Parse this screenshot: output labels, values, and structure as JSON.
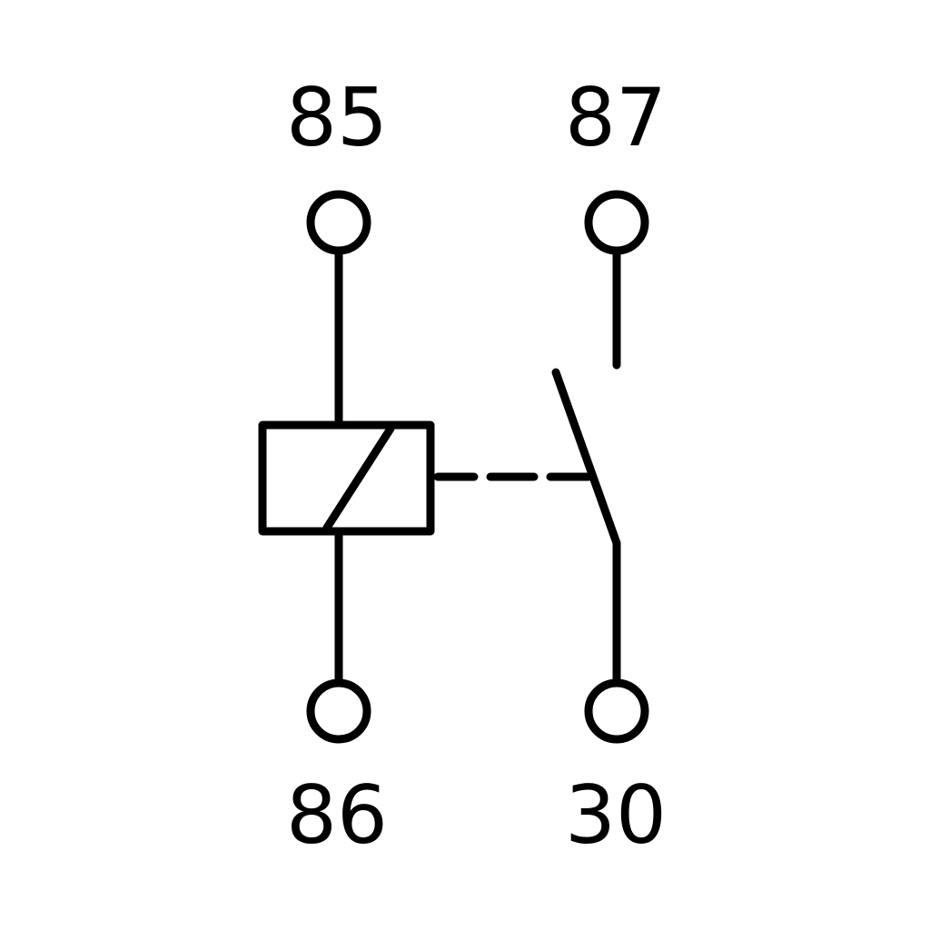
{
  "pins": {
    "top_left": "85",
    "top_right": "87",
    "bottom_left": "86",
    "bottom_right": "30"
  },
  "colors": {
    "stroke": "#000000",
    "background": "#ffffff"
  },
  "components": {
    "coil": "relay-coil-icon",
    "switch": "normally-open-switch-icon",
    "linkage": "mechanical-linkage-dashed-line"
  }
}
